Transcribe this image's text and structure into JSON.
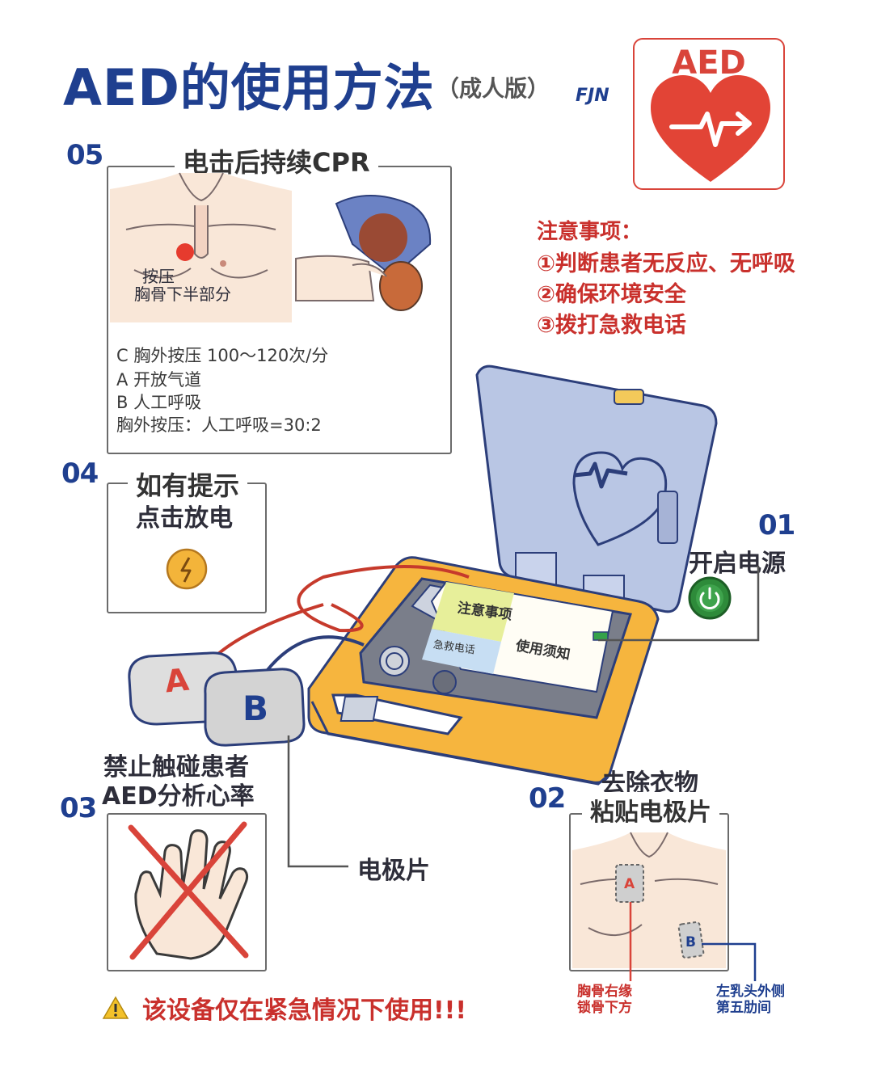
{
  "header": {
    "title": "AED的使用方法",
    "subtitle": "（成人版）",
    "brand": "FJN"
  },
  "logo": {
    "text": "AED"
  },
  "step05": {
    "number": "05",
    "title": "电击后持续CPR",
    "press_label_1": "按压",
    "press_label_2": "胸骨下半部分",
    "lines": [
      "C  胸外按压  100～120次/分",
      "A  开放气道",
      "B  人工呼吸",
      "胸外按压：人工呼吸=30:2"
    ]
  },
  "notice": {
    "title": "注意事项：",
    "items": [
      "①判断患者无反应、无呼吸",
      "②确保环境安全",
      "③拨打急救电话"
    ]
  },
  "step04": {
    "number": "04",
    "title_1": "如有提示",
    "title_2": "点击放电"
  },
  "step01": {
    "number": "01",
    "title": "开启电源"
  },
  "device": {
    "screen_notice": "注意事项",
    "screen_call": "急救电话",
    "screen_guide": "使用须知",
    "pad_a": "A",
    "pad_b": "B"
  },
  "step03": {
    "number": "03",
    "title_1": "禁止触碰患者",
    "title_2": "AED分析心率"
  },
  "electrode_label": "电极片",
  "step02": {
    "number": "02",
    "title_1": "去除衣物",
    "title_2": "粘贴电极片",
    "pad_a": "A",
    "pad_b": "B",
    "label_a_1": "胸骨右缘",
    "label_a_2": "锁骨下方",
    "label_b_1": "左乳头外侧",
    "label_b_2": "第五肋间"
  },
  "warning": {
    "icon": "warning-triangle-icon",
    "text": "该设备仅在紧急情况下使用!!!"
  },
  "colors": {
    "navy": "#1f3f8f",
    "red": "#c9302c",
    "yellow": "#f3b43a",
    "green": "#2e8b3a",
    "lid": "#b9c6e4"
  }
}
